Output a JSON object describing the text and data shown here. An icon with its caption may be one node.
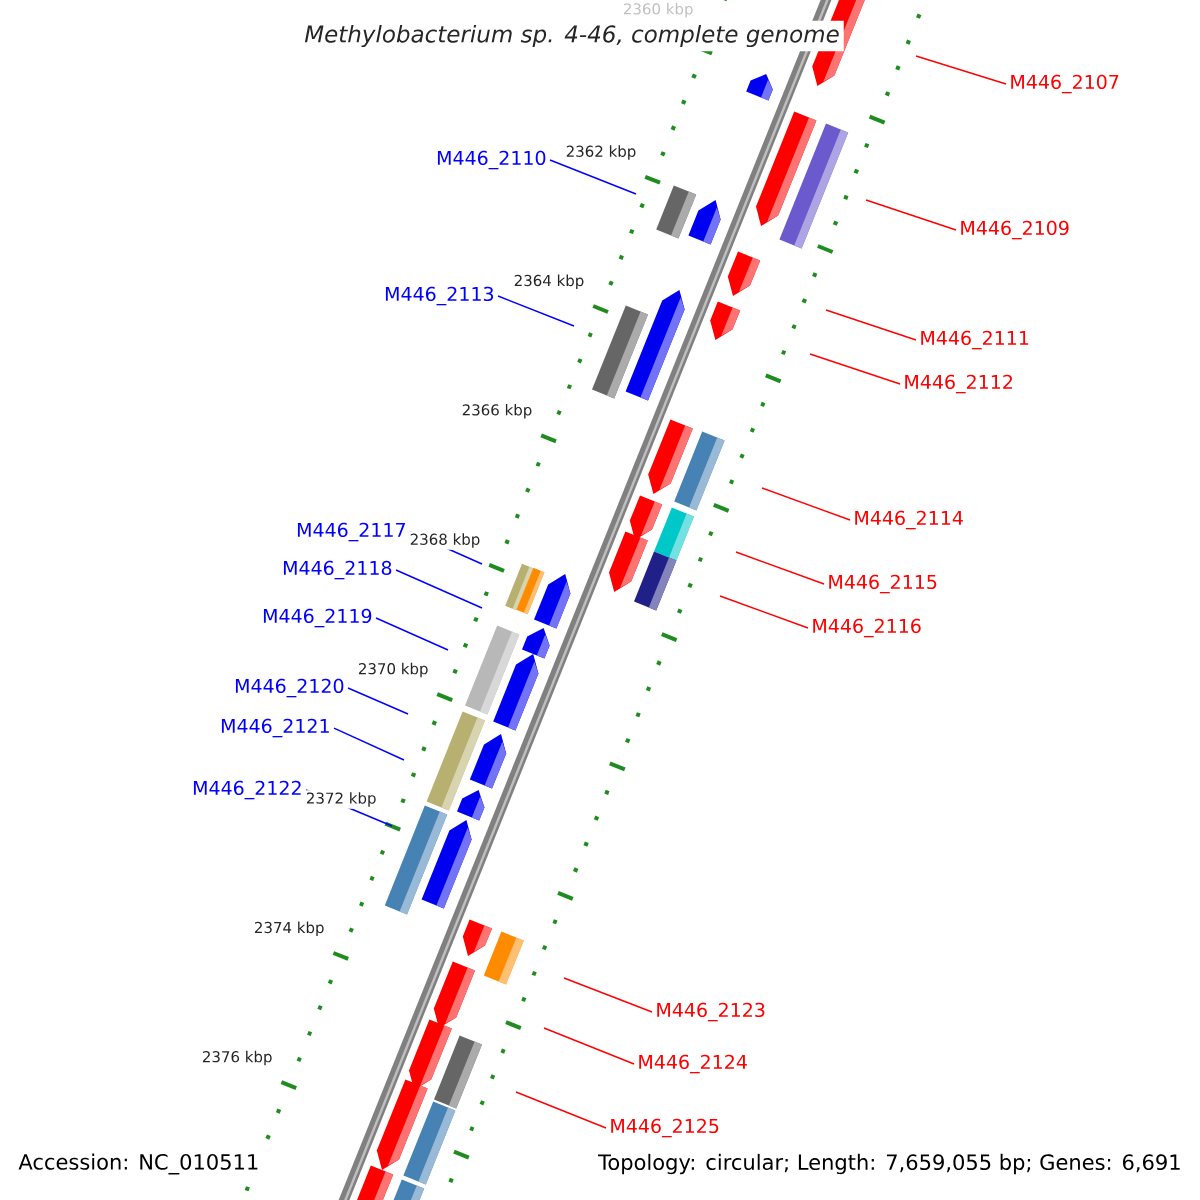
{
  "diagram": {
    "title": "Methylobacterium sp. 4-46, complete genome",
    "nodes": [
      {
        "text": [
          "M446_2107"
        ]
      },
      {
        "text": [
          "M446_2110"
        ]
      },
      {
        "text": [
          "M446_2109"
        ]
      },
      {
        "text": [
          "M446_2113"
        ]
      },
      {
        "text": [
          "M446_2111"
        ]
      },
      {
        "text": [
          "M446_2112"
        ]
      },
      {
        "text": [
          "M446_2114"
        ]
      },
      {
        "text": [
          "M446_2117"
        ]
      },
      {
        "text": [
          "M446_2118"
        ]
      },
      {
        "text": [
          "M446_2115"
        ]
      },
      {
        "text": [
          "M446_2116"
        ]
      },
      {
        "text": [
          "M446_2119"
        ]
      },
      {
        "text": [
          "M446_2120"
        ]
      },
      {
        "text": [
          "M446_2121"
        ]
      },
      {
        "text": [
          "M446_2122"
        ]
      },
      {
        "text": [
          "M446_2123"
        ]
      },
      {
        "text": [
          "M446_2124"
        ]
      },
      {
        "text": [
          "M446_2125"
        ]
      }
    ],
    "edges": [
      {
        "from": 0,
        "to": null,
        "arrow": "none"
      },
      {
        "from": 1,
        "to": null,
        "arrow": "none",
        "color": "#0000ff"
      },
      {
        "from": 2,
        "to": null,
        "arrow": "none"
      },
      {
        "from": 3,
        "to": null,
        "arrow": "none",
        "color": "#0000ff"
      },
      {
        "from": 4,
        "to": null,
        "arrow": "none"
      },
      {
        "from": 5,
        "to": null,
        "arrow": "none"
      },
      {
        "from": 6,
        "to": null,
        "arrow": "none"
      },
      {
        "from": 7,
        "to": null,
        "arrow": "none",
        "color": "#0000ff"
      },
      {
        "from": 8,
        "to": null,
        "arrow": "none",
        "color": "#0000ff"
      },
      {
        "from": 9,
        "to": null,
        "arrow": "none"
      },
      {
        "from": 10,
        "to": null,
        "arrow": "none"
      },
      {
        "from": 11,
        "to": null,
        "arrow": "none",
        "color": "#0000ff"
      },
      {
        "from": 12,
        "to": null,
        "arrow": "none",
        "color": "#0000ff"
      },
      {
        "from": 13,
        "to": null,
        "arrow": "none",
        "color": "#0000ff"
      },
      {
        "from": 14,
        "to": null,
        "arrow": "none",
        "color": "#0000ff"
      },
      {
        "from": 15,
        "to": null,
        "arrow": "none"
      },
      {
        "from": 16,
        "to": null,
        "arrow": "none"
      },
      {
        "from": 17,
        "to": null,
        "arrow": "none"
      }
    ],
    "labels": [
      "2360 kbp",
      "2362 kbp",
      "2364 kbp",
      "2366 kbp",
      "2368 kbp",
      "2370 kbp",
      "2372 kbp",
      "2374 kbp",
      "2376 kbp",
      "Accession: NC_010511",
      "Topology: circular; Length: 7,659,055 bp; Genes: 6,691"
    ]
  }
}
